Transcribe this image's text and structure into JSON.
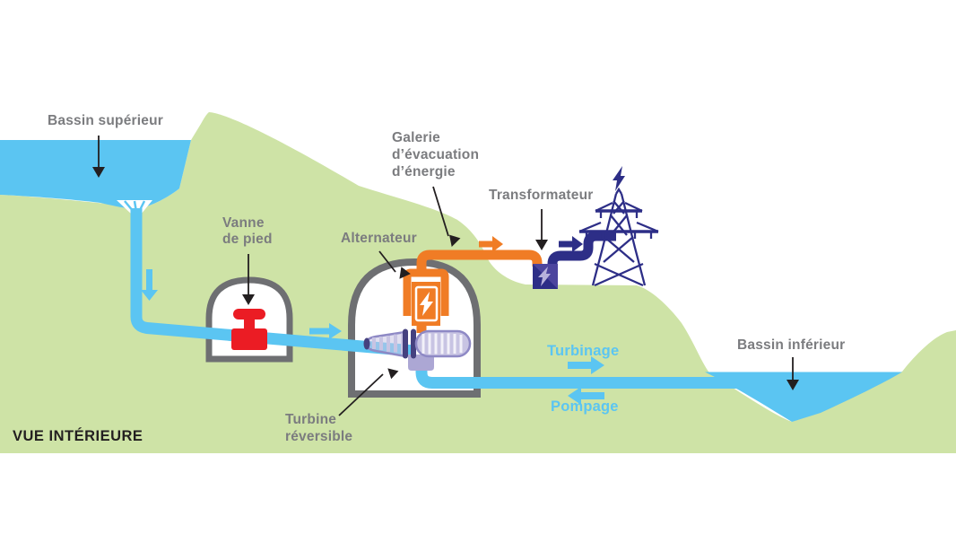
{
  "labels": {
    "upper_basin": "Bassin supérieur",
    "foot_valve": [
      "Vanne",
      "de pied"
    ],
    "alternator": "Alternateur",
    "energy_gallery": [
      "Galerie",
      "d’évacuation",
      "d’énergie"
    ],
    "transformer": "Transformateur",
    "turbining": "Turbinage",
    "pumping": "Pompage",
    "lower_basin": "Bassin inférieur",
    "reversible_turbine": [
      "Turbine",
      "réversible"
    ],
    "view_title": "VUE INTÉRIEURE"
  },
  "colors": {
    "background": "#FFFFFF",
    "terrain_green": "#CEE3A6",
    "water_blue": "#5BC5F2",
    "pipe_blue": "#5BC5F2",
    "energy_orange": "#F07C25",
    "grid_navy": "#2D2E87",
    "valve_red": "#EB1C24",
    "cavern_gray": "#6E6F72",
    "turbine_purple": "#C8C4E3",
    "turbine_purple_dark": "#45417F",
    "turbine_outline": "#8E89C5",
    "draft_tube_purple": "#ACA7D4",
    "transformer_light": "#4C459E",
    "transformer_bolt": "#B7B2DC",
    "label_gray": "#7B7C7F",
    "text_dark": "#231F20"
  }
}
